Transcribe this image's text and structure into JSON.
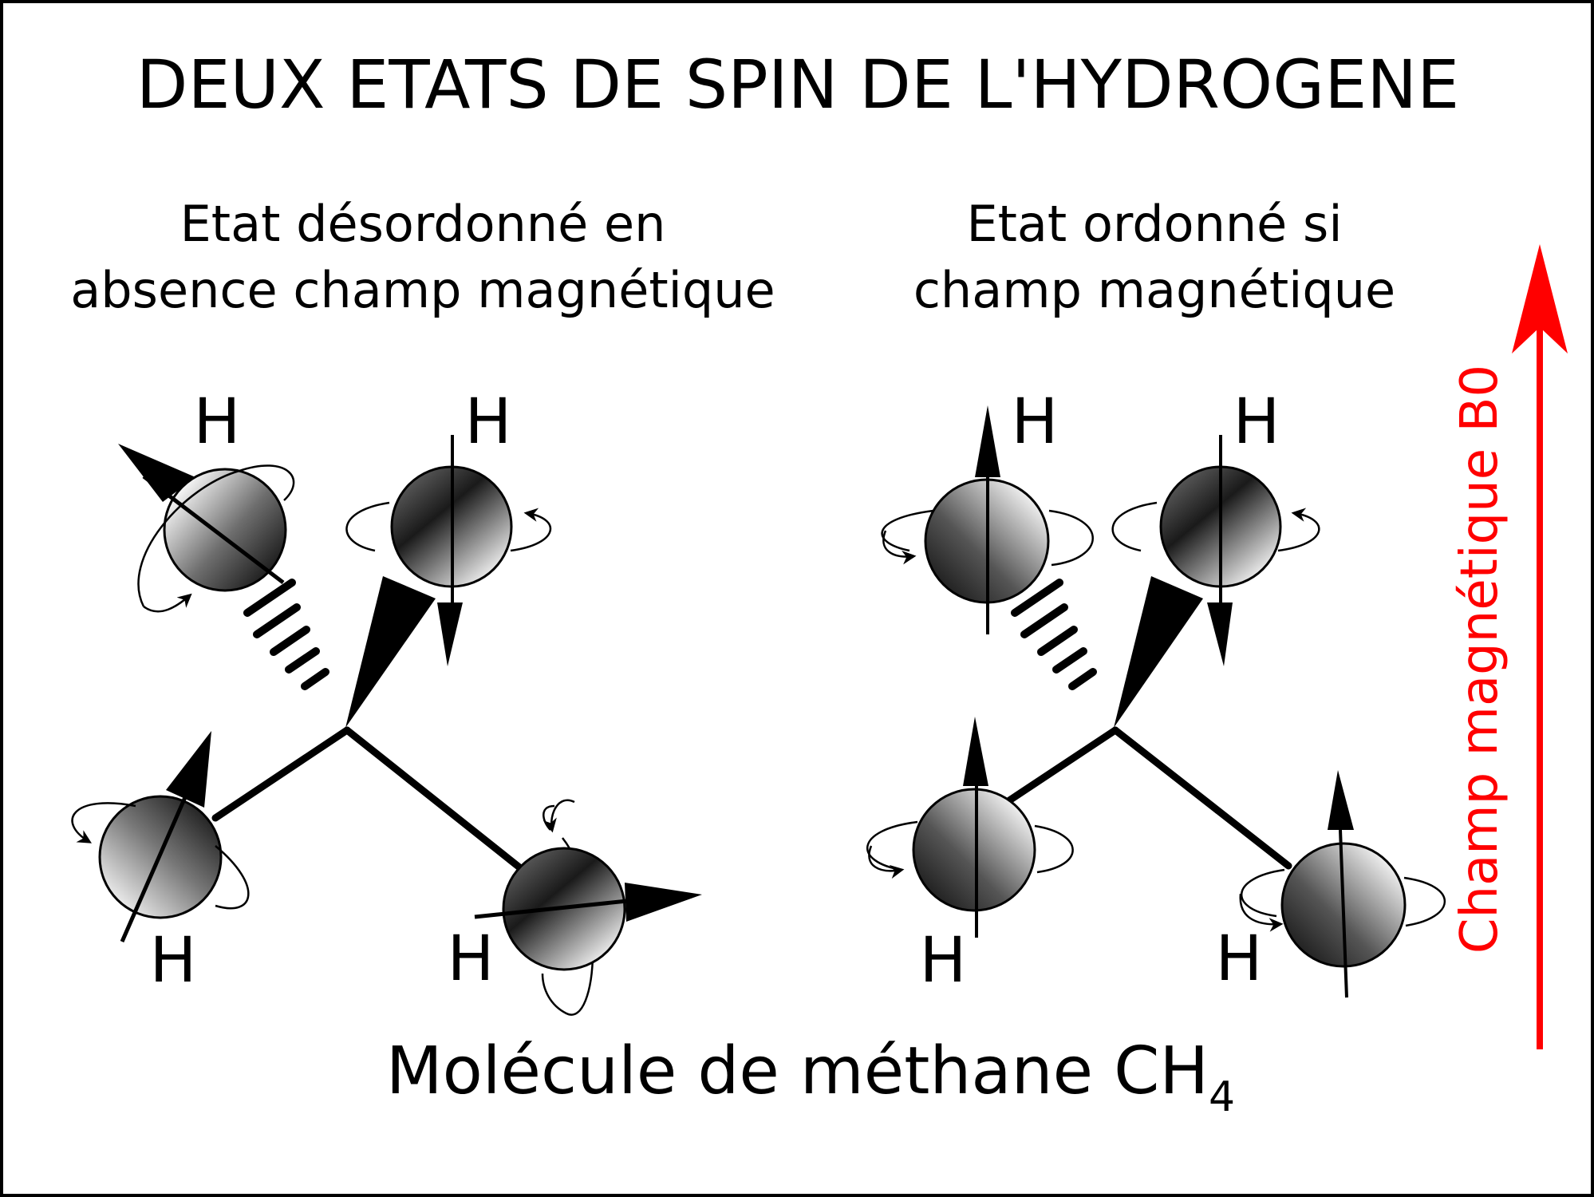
{
  "title": "DEUX ETATS DE SPIN DE L'HYDROGENE",
  "left_panel": {
    "line1": "Etat désordonné en",
    "line2": "absence champ magnétique",
    "atom_label": "H"
  },
  "right_panel": {
    "line1": "Etat ordonné si",
    "line2": "champ magnétique",
    "atom_label": "H"
  },
  "field_label": "Champ magnétique B0",
  "caption": {
    "text": "Molécule de méthane CH",
    "subscript": "4"
  },
  "colors": {
    "field_arrow": "#ff0000",
    "ink": "#000000",
    "sphere_dark": "#1a1a1a",
    "sphere_light": "#ffffff"
  }
}
